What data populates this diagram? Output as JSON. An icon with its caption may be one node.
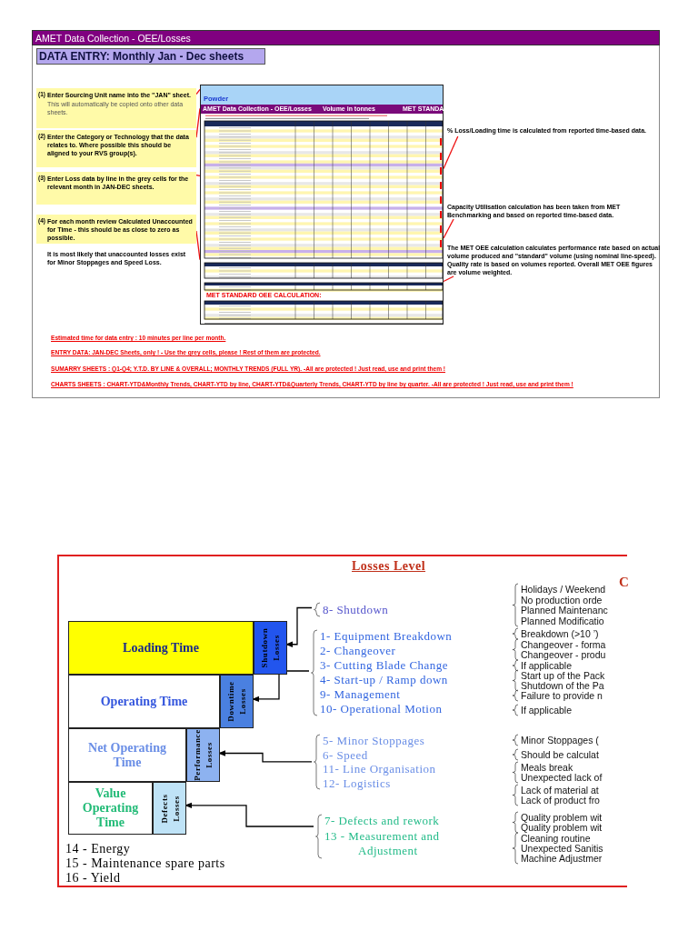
{
  "diagram": {
    "title": "AMET Data Collection - OEE/Losses",
    "nodes": [
      {
        "text": [
          "DATA ENTRY: Monthly Jan - Dec sheets"
        ]
      },
      {
        "text": [
          "(1)",
          "Enter Sourcing Unit name into the \"JAN\" sheet.",
          "This will automatically be copied onto other data sheets."
        ]
      },
      {
        "text": [
          "(2)",
          "Enter the Category or Technology that the data relates to. Where possible this should be aligned to your RVS group(s)."
        ]
      },
      {
        "text": [
          "(3)",
          "Enter Loss data by line in the grey cells for the relevant month in JAN-DEC sheets."
        ]
      },
      {
        "text": [
          "(4)",
          "For each month review Calculated Unaccounted for Time - this should be as close to zero as possible.",
          "It is most likely that unaccounted losses exist for Minor Stoppages and Speed Loss."
        ]
      },
      {
        "text": [
          "Powder",
          "AMET Data Collection - OEE/Losses",
          "Volume in tonnes",
          "MET STANDA",
          "MET STANDARD OEE CALCULATION:"
        ]
      },
      {
        "text": [
          "% Loss/Loading time is calculated from reported time-based data."
        ]
      },
      {
        "text": [
          "Capacity Utilisation calculation has been taken from MET Benchmarking and based on reported time-based data."
        ]
      },
      {
        "text": [
          "The MET OEE calculation calculates performance rate based on actual volume produced and \"standard\" volume (using nominal line-speed). Quality rate is based on volumes reported. Overall MET OEE figures are volume weighted."
        ]
      },
      {
        "text": [
          "Losses Level"
        ]
      },
      {
        "text": [
          "Loading Time"
        ],
        "in": 9
      },
      {
        "text": [
          "Shutdown Losses"
        ],
        "in": 9
      },
      {
        "text": [
          "Operating Time"
        ],
        "in": 9
      },
      {
        "text": [
          "Downtime Losses"
        ],
        "in": 9
      },
      {
        "text": [
          "Net Operating Time"
        ],
        "in": 9
      },
      {
        "text": [
          "Performance Losses"
        ],
        "in": 9
      },
      {
        "text": [
          "Value Operating Time"
        ],
        "in": 9
      },
      {
        "text": [
          "Defects Losses"
        ],
        "in": 9
      },
      {
        "text": [
          "8- Shutdown"
        ],
        "in": 9
      },
      {
        "text": [
          "1- Equipment Breakdown",
          "2- Changeover",
          "3- Cutting Blade Change",
          "4- Start-up / Ramp down",
          "9- Management",
          "10- Operational Motion"
        ],
        "in": 9
      },
      {
        "text": [
          "5- Minor Stoppages",
          "6- Speed",
          "11- Line Organisation",
          "12- Logistics"
        ],
        "in": 9
      },
      {
        "text": [
          "7- Defects and rework",
          "13 - Measurement and Adjustment"
        ],
        "in": 9
      }
    ],
    "edges": [
      {
        "from": 1,
        "to": 5,
        "arrow": "none"
      },
      {
        "from": 2,
        "to": 5,
        "arrow": "none"
      },
      {
        "from": 3,
        "to": 5,
        "arrow": "none"
      },
      {
        "from": 4,
        "to": 5,
        "arrow": "none"
      },
      {
        "from": 6,
        "to": 5,
        "arrow": "none"
      },
      {
        "from": 7,
        "to": 5,
        "arrow": "none"
      },
      {
        "from": 8,
        "to": 5,
        "arrow": "none"
      },
      {
        "from": 18,
        "to": 11,
        "arrow": "to",
        "color": "#000000"
      },
      {
        "from": 19,
        "to": 13,
        "arrow": "to",
        "color": "#000000"
      },
      {
        "from": 20,
        "to": 15,
        "arrow": "to",
        "color": "#000000"
      },
      {
        "from": 21,
        "to": 17,
        "arrow": "to",
        "color": "#000000"
      }
    ],
    "labels": [
      "Estimated time for data entry : 10 minutes per line per month.",
      "ENTRY DATA: JAN-DEC Sheets, only ! - Use the grey cells, please ! Rest of them are protected.",
      "SUMARRY SHEETS : Q1-Q4; Y.T.D. BY LINE & OVERALL; MONTHLY TRENDS (FULL YR). -All are protected ! Just read, use and print them !",
      "CHARTS SHEETS : CHART-YTD&Monthly Trends, CHART-YTD by line, CHART-YTD&Quarterly Trends, CHART-YTD by line by quarter. -All are protected ! Just read, use and print them !",
      "C",
      "Holidays / Weekend",
      "No production orde",
      "Planned Maintenanc",
      "Planned Modificatio",
      "Breakdown (>10 ’)",
      "Changeover - forma",
      "Changeover - produ",
      "If applicable",
      "Start up of the Pack",
      "Shutdown of the Pa",
      "Failure to provide n",
      "If applicable",
      "Minor Stoppages (",
      "Should be calculat",
      "Meals break",
      "Unexpected lack of",
      "Lack of material at",
      "Lack of product fro",
      "Quality problem wit",
      "Quality problem wit",
      "Cleaning routine",
      "Unexpected Sanitis",
      "Machine Adjustmer",
      "14 - Energy",
      "15 - Maintenance spare parts",
      "16 - Yield"
    ]
  }
}
